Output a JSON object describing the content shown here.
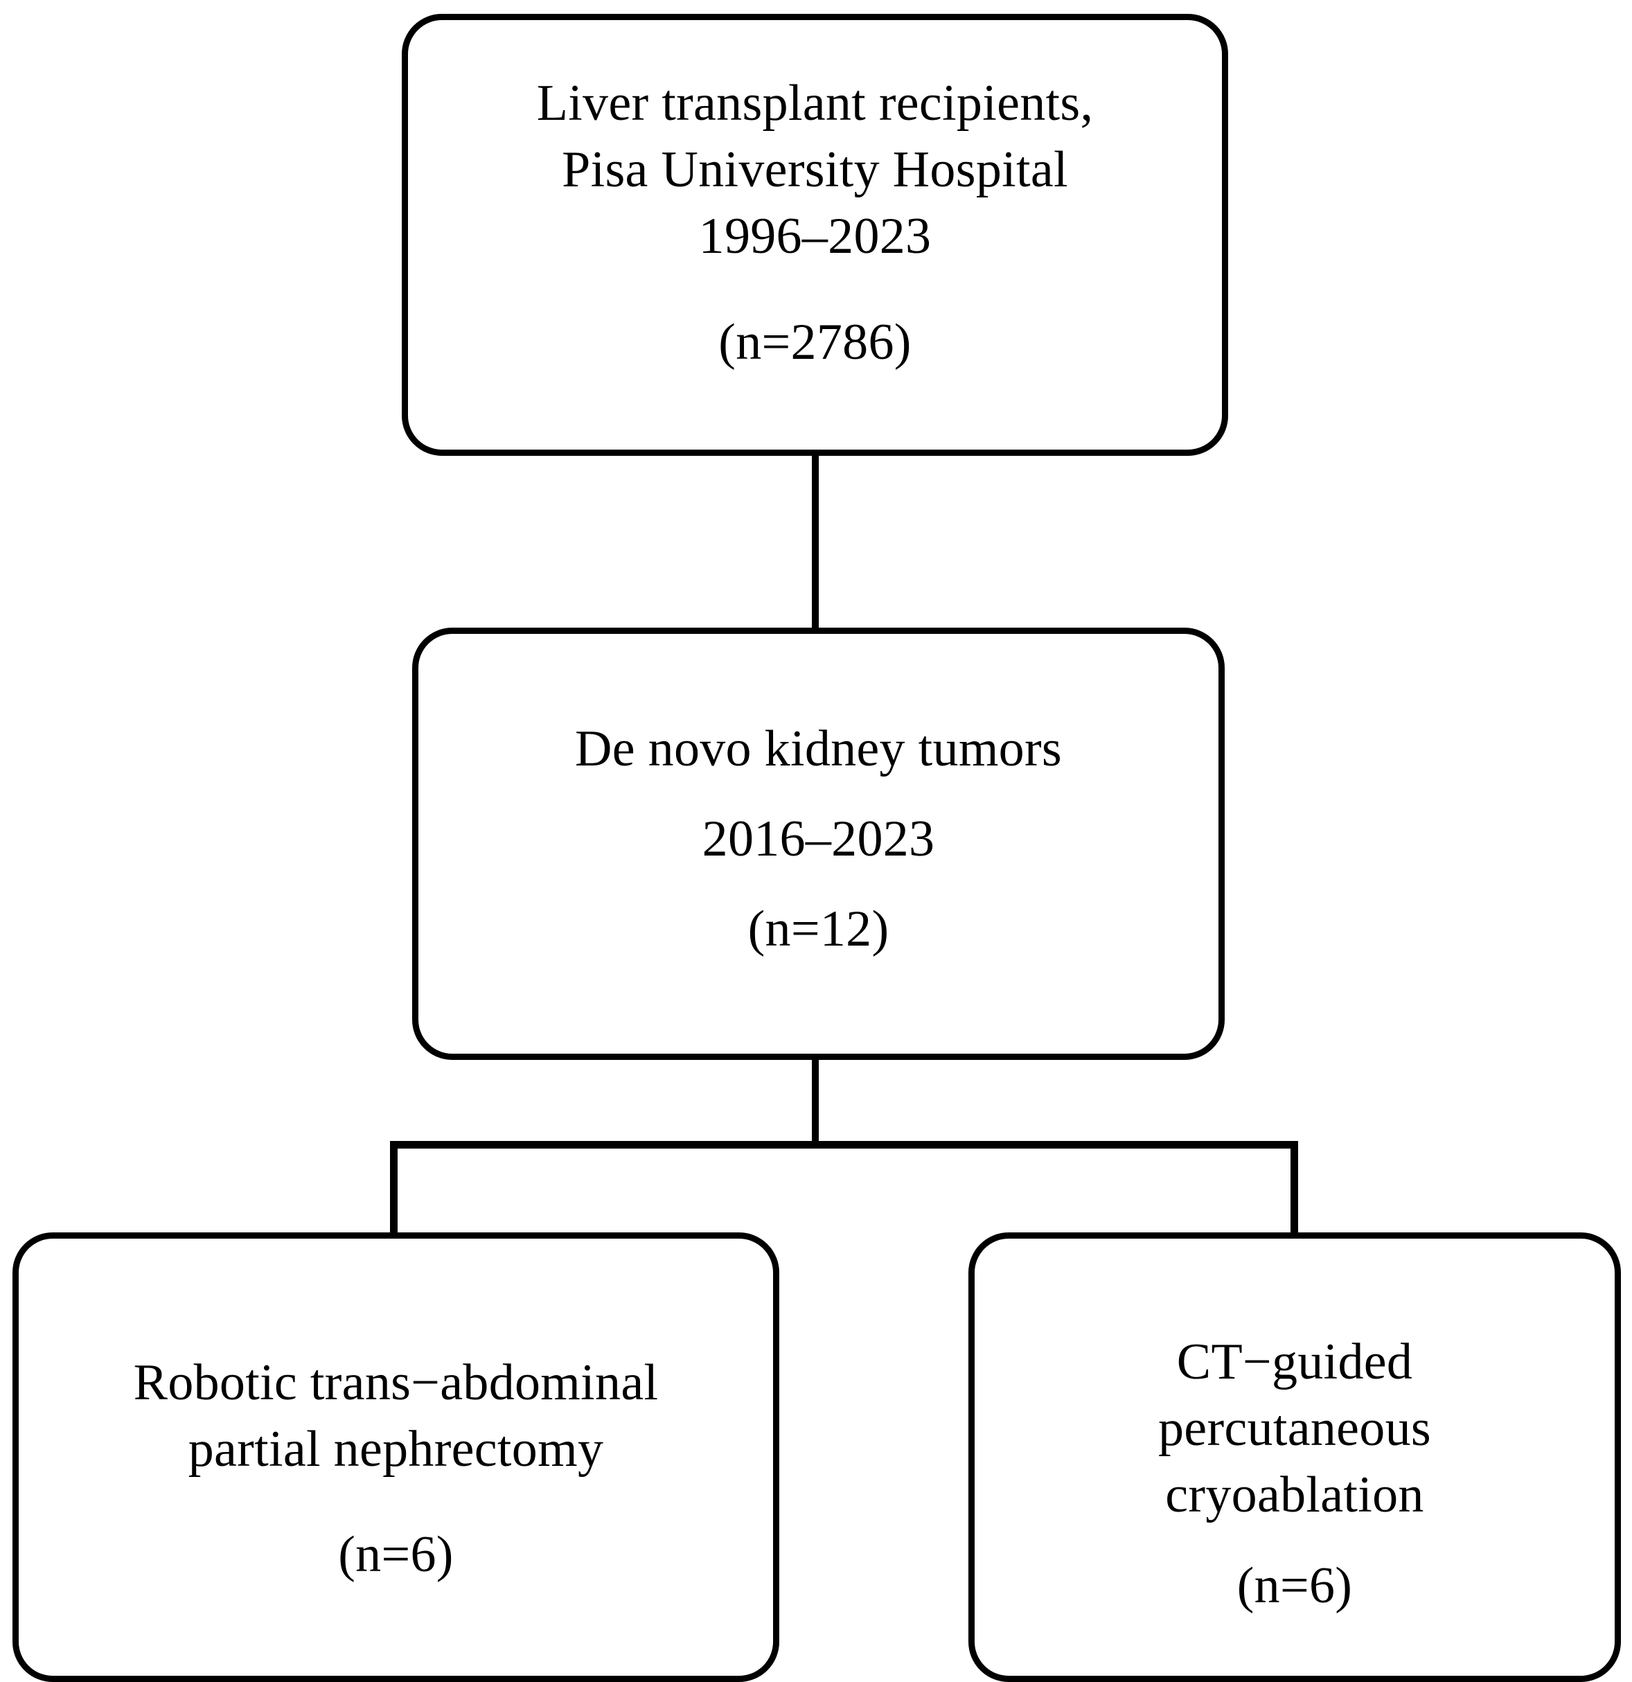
{
  "diagram": {
    "type": "flowchart",
    "title": "Liver transplant recipient kidney tumor study flow",
    "orientation": "top-down",
    "colors": {
      "background": "#ffffff",
      "stroke": "#000000",
      "text": "#000000"
    },
    "nodes": [
      {
        "id": "root",
        "name": "liver-transplant-recipients-node",
        "lines": [
          "Liver transplant recipients,",
          "Pisa University Hospital",
          "1996–2023"
        ],
        "count_label": "(n=2786)",
        "count_value": 2786
      },
      {
        "id": "denovo",
        "name": "de-novo-kidney-tumors-node",
        "lines": [
          "De novo kidney tumors",
          "2016–2023"
        ],
        "count_label": "(n=12)",
        "count_value": 12
      },
      {
        "id": "robotic",
        "name": "robotic-partial-nephrectomy-node",
        "lines": [
          "Robotic trans−abdominal",
          "partial nephrectomy"
        ],
        "count_label": "(n=6)",
        "count_value": 6
      },
      {
        "id": "cryo",
        "name": "ct-guided-cryoablation-node",
        "lines": [
          "CT−guided",
          "percutaneous",
          "cryoablation"
        ],
        "count_label": "(n=6)",
        "count_value": 6
      }
    ],
    "edges": [
      {
        "id": "root-denovo",
        "from": "root",
        "to": "denovo",
        "style": "straight-vertical"
      },
      {
        "id": "denovo-split",
        "from": "denovo",
        "to": "split",
        "style": "straight-vertical"
      },
      {
        "id": "split-robotic",
        "from": "split",
        "to": "robotic",
        "style": "orthogonal"
      },
      {
        "id": "split-cryo",
        "from": "split",
        "to": "cryo",
        "style": "orthogonal"
      }
    ]
  }
}
